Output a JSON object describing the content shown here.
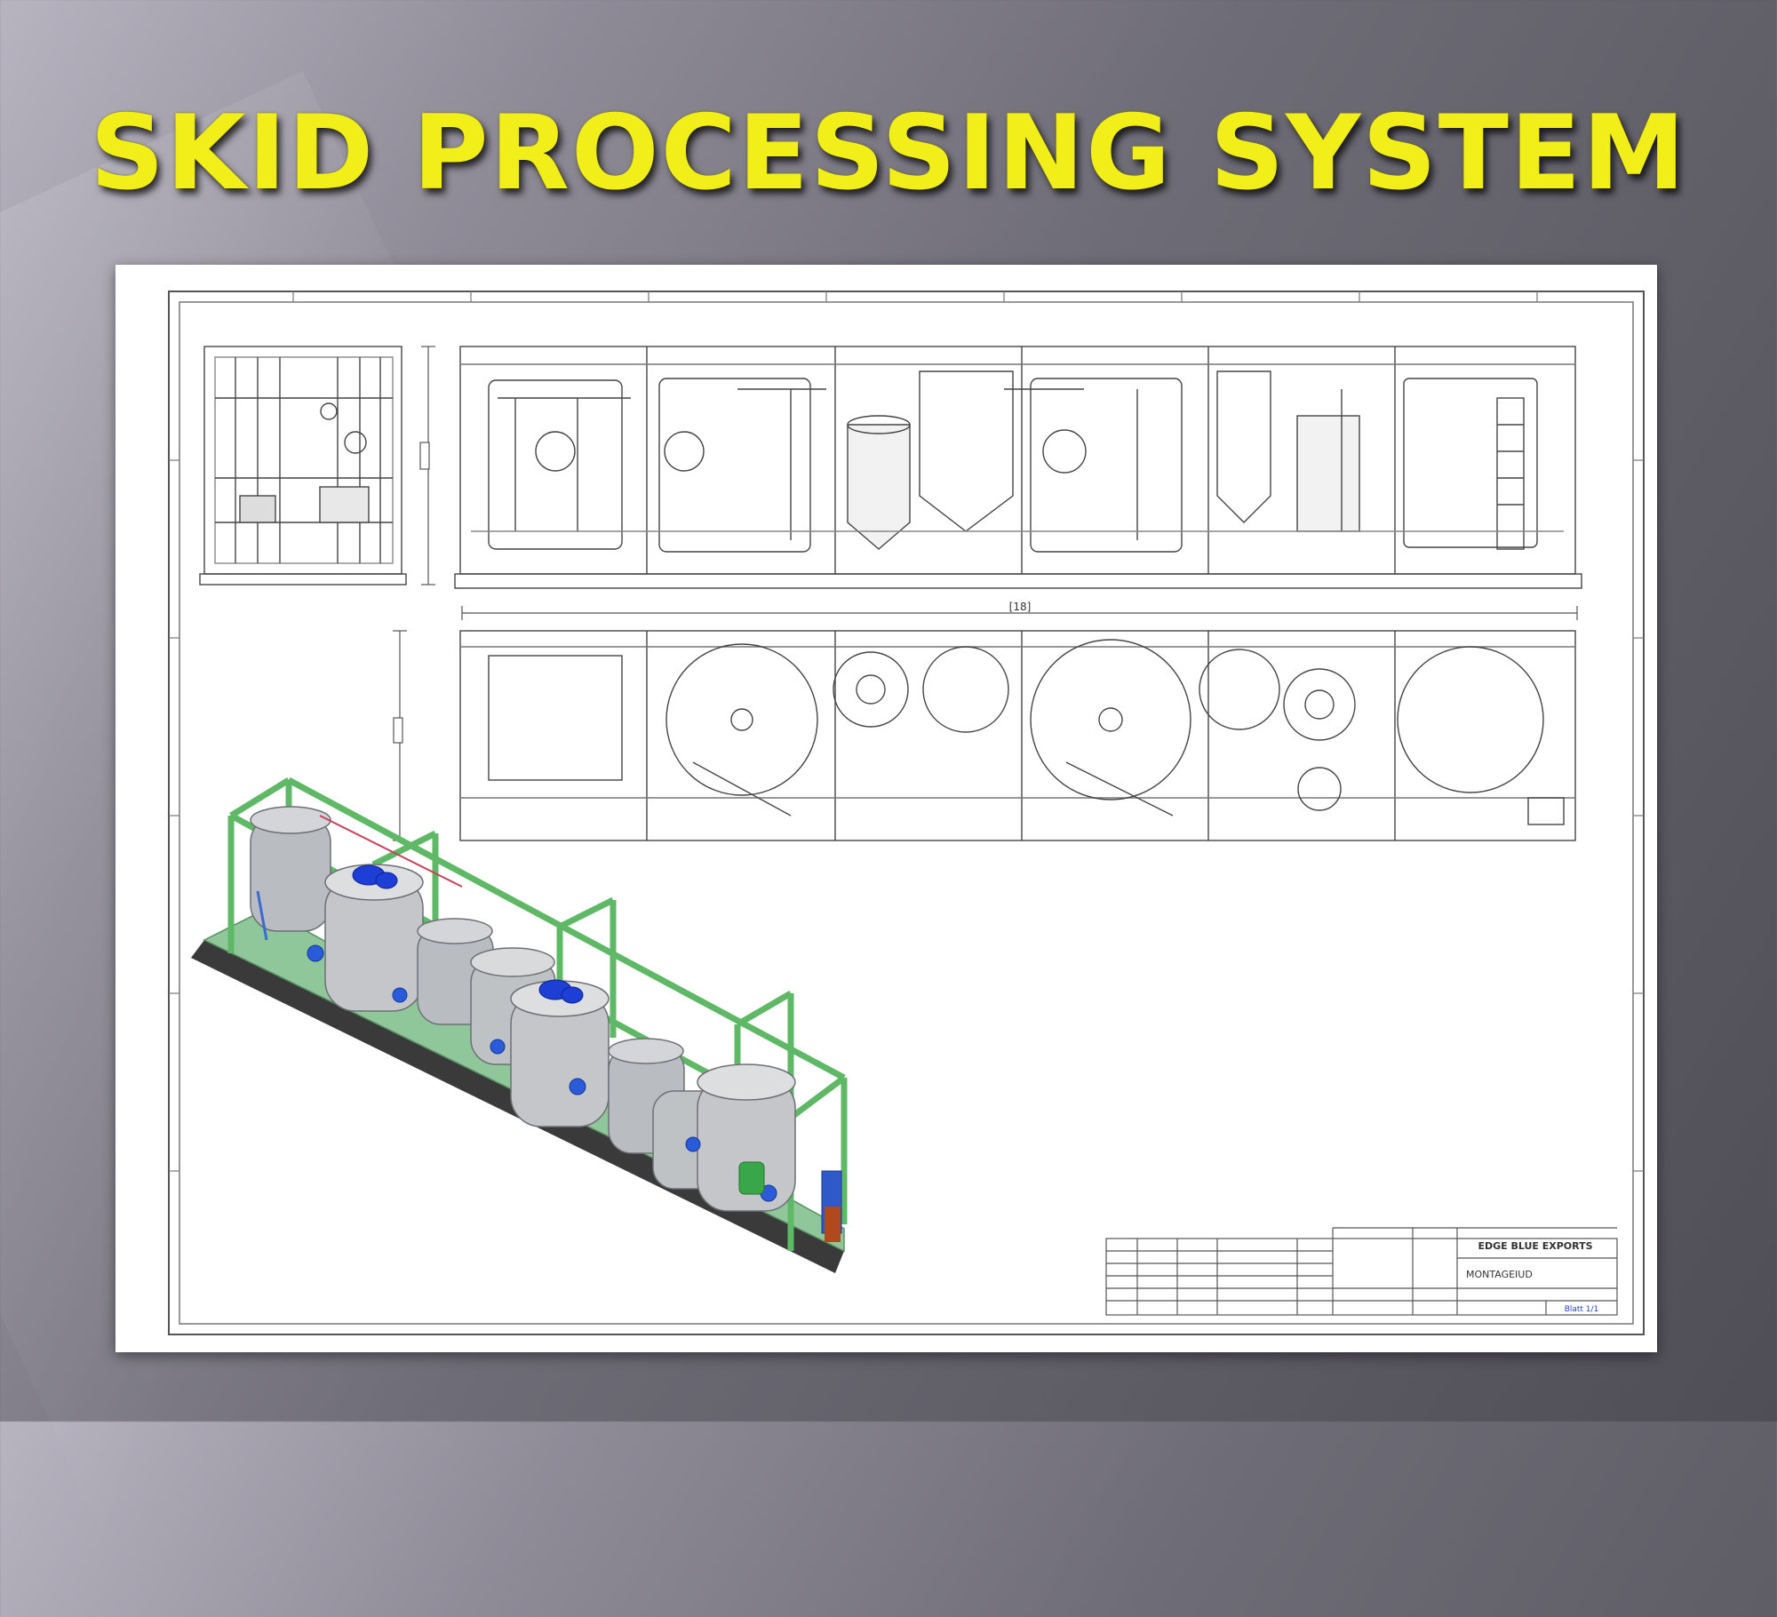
{
  "slide": {
    "title": "SKID PROCESSING SYSTEM"
  },
  "colors": {
    "title": "#f2ee1a",
    "frame": "#5fb865",
    "skid_base": "#8fc79a",
    "tank": "#b9bcc0",
    "motor": "#1d3fd6",
    "line": "#444444"
  },
  "drawing": {
    "dimension_label": "[18]",
    "title_block": {
      "company": "EDGE BLUE EXPORTS",
      "drawing_title": "MONTAGEIUD",
      "sheet_ref": "Blatt 1/1"
    }
  }
}
